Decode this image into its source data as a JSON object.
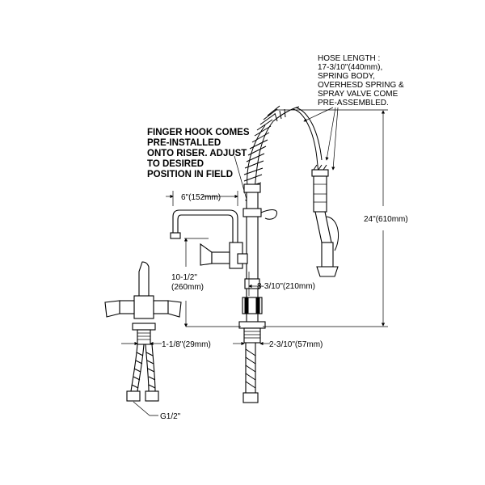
{
  "notes": {
    "hose_length": [
      "HOSE LENGTH :",
      "17-3/10\"(440mm),",
      "SPRING BODY,",
      "OVERHESD SPRING &",
      "SPRAY VALVE COME",
      "PRE-ASSEMBLED."
    ],
    "finger_hook": [
      "FINGER HOOK COMES",
      "PRE-INSTALLED",
      "ONTO RISER. ADJUST",
      "TO DESIRED",
      "POSITION IN FIELD"
    ]
  },
  "dimensions": {
    "spout_reach": "6\"(152mm)",
    "height_total": "24\"(610mm)",
    "spout_height": [
      "10-1/2\"",
      "(260mm)"
    ],
    "riser_offset": "8-3/10\"(210mm)",
    "mixer_shank": "1-1/8\"(29mm)",
    "riser_shank": "2-3/10\"(57mm)",
    "thread": "G1/2\""
  },
  "colors": {
    "line": "#000000",
    "background": "#ffffff"
  }
}
